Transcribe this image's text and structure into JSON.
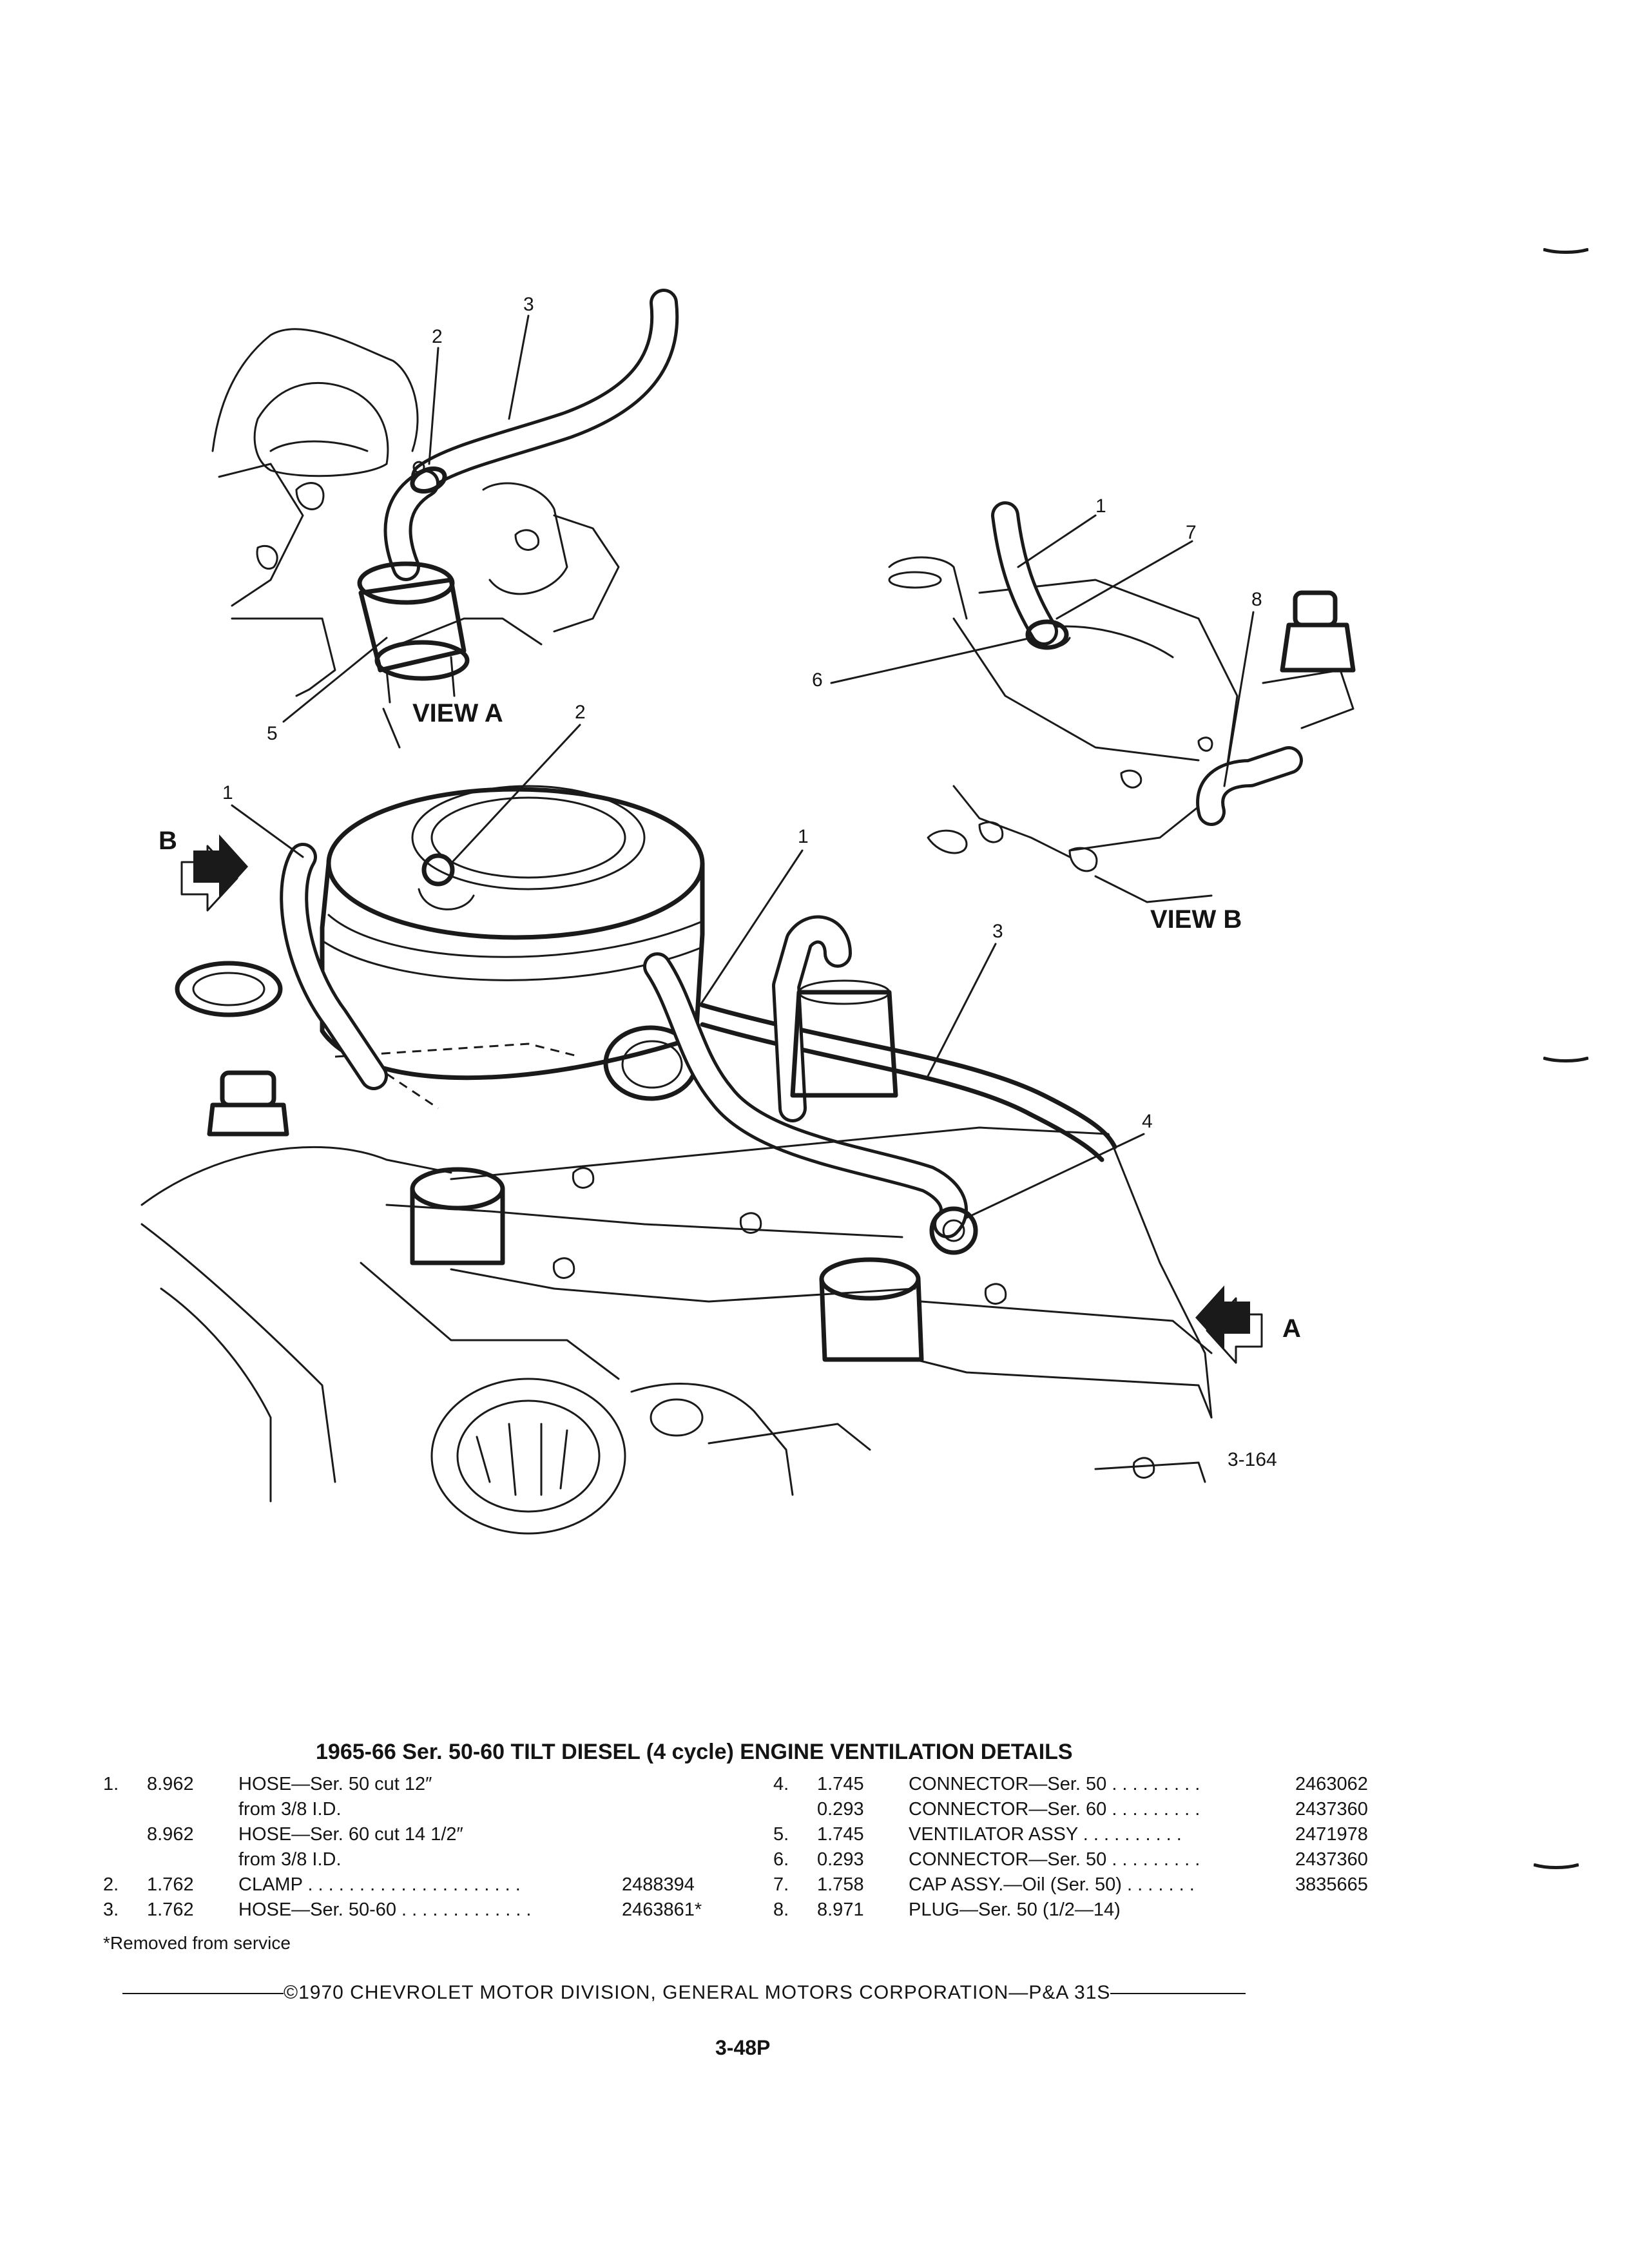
{
  "diagram": {
    "view_a_label": "VIEW A",
    "view_b_label": "VIEW B",
    "arrow_a_label": "A",
    "arrow_b_label": "B",
    "figure_code": "3-164",
    "callouts": {
      "view_a": [
        "2",
        "3",
        "5"
      ],
      "view_b": [
        "1",
        "6",
        "7",
        "8"
      ],
      "main": [
        "1",
        "2",
        "1",
        "3",
        "4"
      ]
    }
  },
  "parts_list": {
    "title": "1965-66 Ser. 50-60 TILT DIESEL (4 cycle) ENGINE VENTILATION DETAILS",
    "left_column": [
      {
        "num": "1.",
        "qty": "8.962",
        "desc": "HOSE—Ser. 50 cut 12″",
        "part": ""
      },
      {
        "num": "",
        "qty": "",
        "desc": "from 3/8 I.D.",
        "part": ""
      },
      {
        "num": "",
        "qty": "8.962",
        "desc": "HOSE—Ser. 60 cut 14 1/2″",
        "part": ""
      },
      {
        "num": "",
        "qty": "",
        "desc": "from 3/8 I.D.",
        "part": ""
      },
      {
        "num": "2.",
        "qty": "1.762",
        "desc": "CLAMP  . . . . . . . . . . . . . . . . . . . . .",
        "part": "2488394"
      },
      {
        "num": "3.",
        "qty": "1.762",
        "desc": "HOSE—Ser. 50-60  . . . . . . . . . . . . .",
        "part": "2463861*"
      }
    ],
    "right_column": [
      {
        "num": "4.",
        "qty": "1.745",
        "desc": "CONNECTOR—Ser. 50  . . . . . . . . .",
        "part": "2463062"
      },
      {
        "num": "",
        "qty": "0.293",
        "desc": "CONNECTOR—Ser. 60  . . . . . . . . .",
        "part": "2437360"
      },
      {
        "num": "5.",
        "qty": "1.745",
        "desc": "VENTILATOR ASSY  . . . . . . . . . .",
        "part": "2471978"
      },
      {
        "num": "6.",
        "qty": "0.293",
        "desc": "CONNECTOR—Ser. 50  . . . . . . . . .",
        "part": "2437360"
      },
      {
        "num": "7.",
        "qty": "1.758",
        "desc": "CAP ASSY.—Oil (Ser. 50)  . . . . . . .",
        "part": "3835665"
      },
      {
        "num": "8.",
        "qty": "8.971",
        "desc": "PLUG—Ser. 50 (1/2—14)",
        "part": ""
      }
    ],
    "footnote": "*Removed from service"
  },
  "footer": {
    "copyright": "©1970 CHEVROLET MOTOR DIVISION, GENERAL MOTORS CORPORATION—P&A 31S",
    "page_number": "3-48P"
  }
}
